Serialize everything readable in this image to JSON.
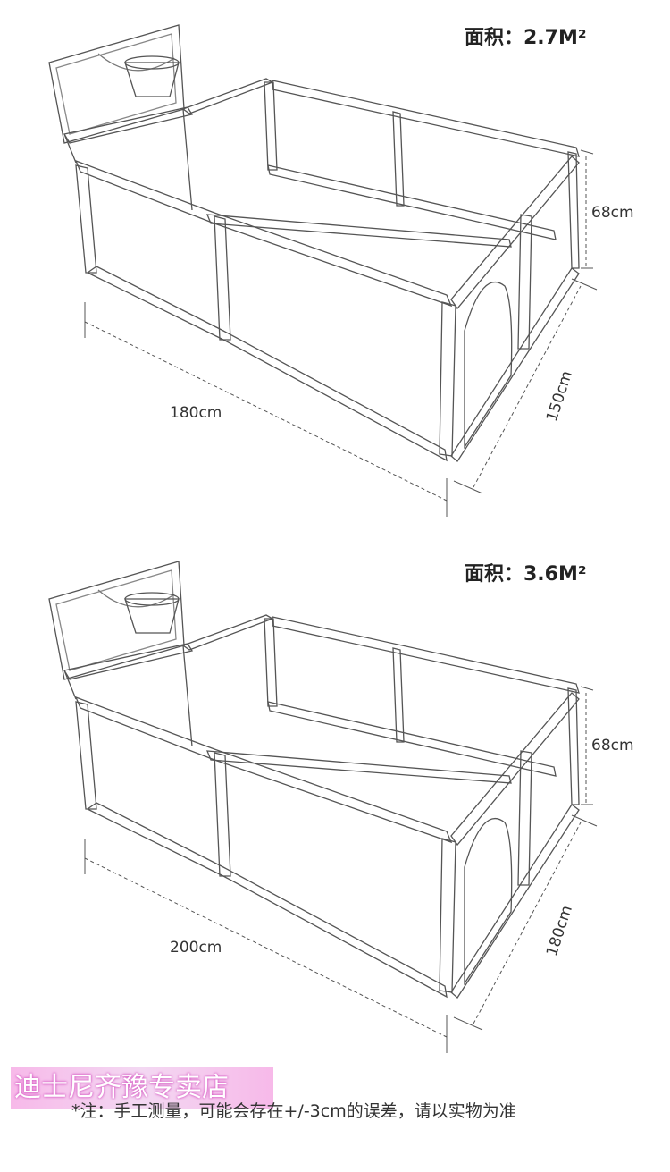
{
  "panels": [
    {
      "area": "面积：2.7M²",
      "height": "68cm",
      "length": "180cm",
      "width": "150cm"
    },
    {
      "area": "面积：3.6M²",
      "height": "68cm",
      "length": "200cm",
      "width": "180cm"
    }
  ],
  "watermark": "迪士尼齐豫专卖店",
  "note": "*注：手工测量，可能会存在+/-3cm的误差，请以实物为准"
}
